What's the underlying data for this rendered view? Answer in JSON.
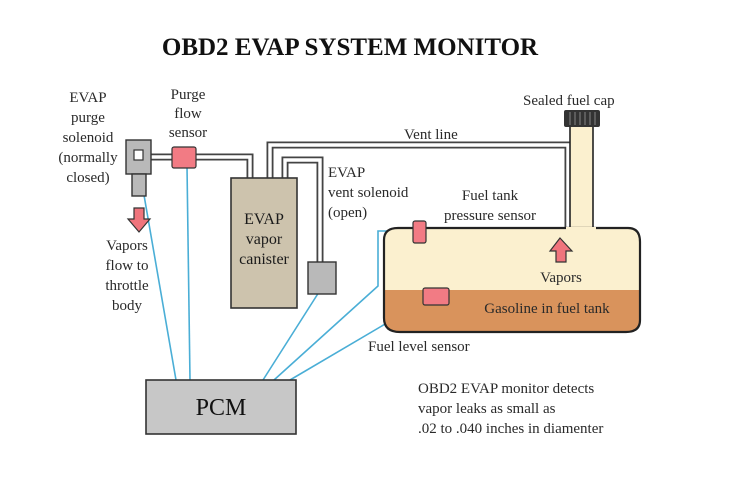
{
  "title": "OBD2 EVAP SYSTEM MONITOR",
  "labels": {
    "purge_solenoid": [
      "EVAP",
      "purge",
      "solenoid",
      "(normally",
      "closed)"
    ],
    "purge_flow_sensor": [
      "Purge",
      "flow",
      "sensor"
    ],
    "vapors_to_throttle": [
      "Vapors",
      "flow to",
      "throttle",
      "body"
    ],
    "canister": [
      "EVAP",
      "vapor",
      "canister"
    ],
    "vent_line": "Vent line",
    "vent_solenoid": [
      "EVAP",
      "vent solenoid",
      "(open)"
    ],
    "fuel_cap": "Sealed fuel cap",
    "tank_pressure_sensor": [
      "Fuel tank",
      "pressure sensor"
    ],
    "vapors": "Vapors",
    "gasoline": "Gasoline in fuel tank",
    "fuel_level_sensor": "Fuel level  sensor",
    "pcm": "PCM",
    "note": [
      "OBD2 EVAP monitor detects",
      "vapor leaks as small as",
      ".02 to .040 inches in diamenter"
    ]
  },
  "colors": {
    "canister_fill": "#cdc3ad",
    "component_gray": "#b9b9b9",
    "sensor_pink": "#f27b84",
    "arrow_pink": "#f0747c",
    "tank_vapor": "#fbf0cf",
    "gasoline": "#d9935c",
    "wire_blue": "#4aaed6",
    "pcm_fill": "#c7c7c7"
  }
}
